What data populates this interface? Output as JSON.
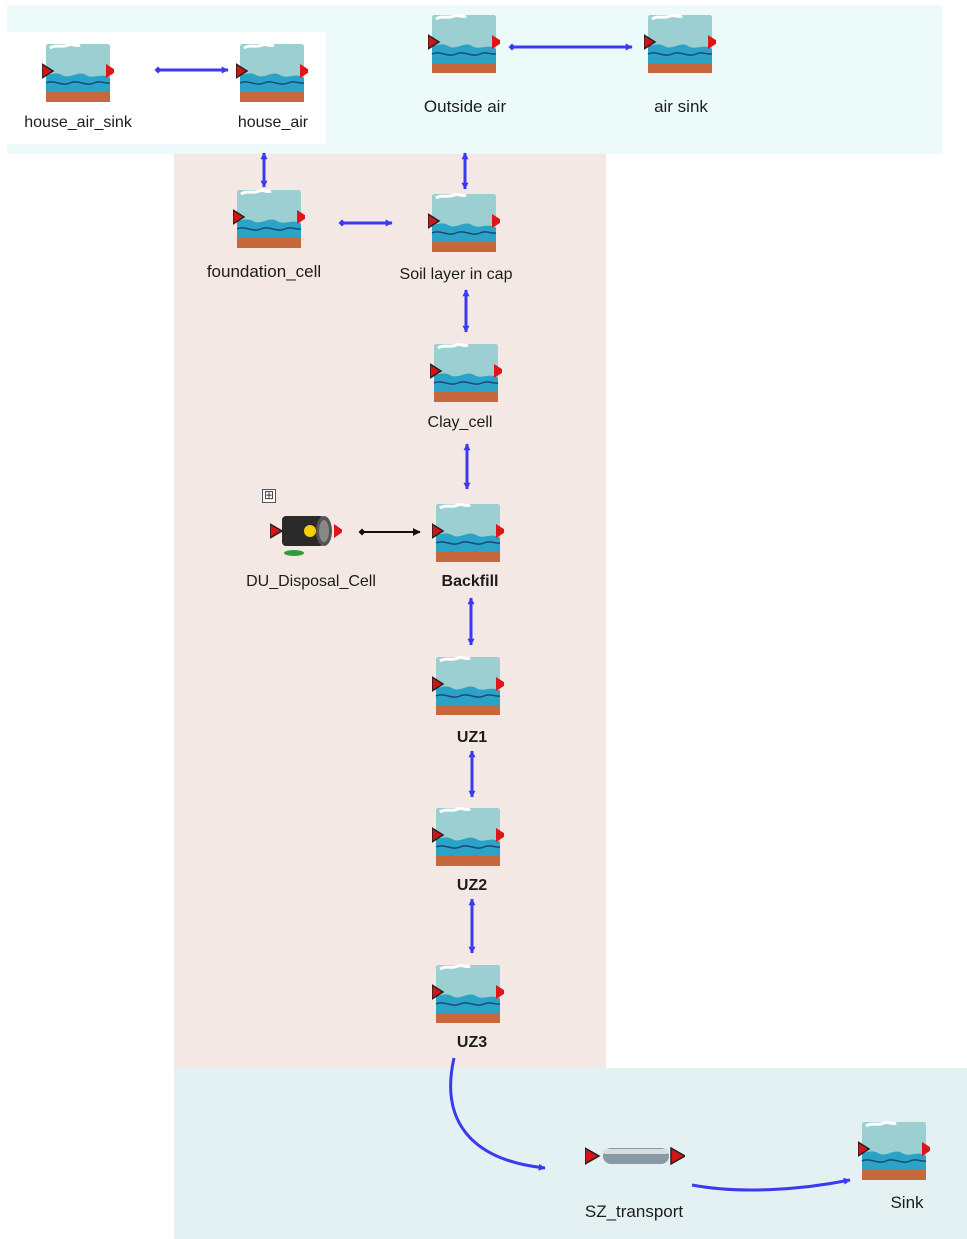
{
  "diagram": {
    "nodes": [
      {
        "id": "house_air_sink",
        "label": "house_air_sink",
        "icon": "cell-icon"
      },
      {
        "id": "house_air",
        "label": "house_air",
        "icon": "cell-icon"
      },
      {
        "id": "outside_air",
        "label": "Outside  air",
        "icon": "cell-icon"
      },
      {
        "id": "air_sink",
        "label": "air  sink",
        "icon": "cell-icon"
      },
      {
        "id": "foundation_cell",
        "label": "foundation_cell",
        "icon": "cell-icon"
      },
      {
        "id": "soil_layer_in_cap",
        "label": "Soil  layer  in  cap",
        "icon": "cell-icon"
      },
      {
        "id": "clay_cell",
        "label": "Clay_cell",
        "icon": "cell-icon"
      },
      {
        "id": "du_disposal_cell",
        "label": "DU_Disposal_Cell",
        "icon": "waste-drum-icon"
      },
      {
        "id": "backfill",
        "label": "Backfill",
        "icon": "cell-icon"
      },
      {
        "id": "uz1",
        "label": "UZ1",
        "icon": "cell-icon"
      },
      {
        "id": "uz2",
        "label": "UZ2",
        "icon": "cell-icon"
      },
      {
        "id": "uz3",
        "label": "UZ3",
        "icon": "cell-icon"
      },
      {
        "id": "sz_transport",
        "label": "SZ_transport",
        "icon": "pipe-icon"
      },
      {
        "id": "sink",
        "label": "Sink",
        "icon": "cell-icon"
      }
    ],
    "expand_marker": "⊞",
    "colors": {
      "air_zone": "#edfafa",
      "soil_zone": "#f4e8e4",
      "saturated_zone": "#e4f1f3",
      "link": "#3a3af0",
      "drum_link": "#111111"
    }
  }
}
